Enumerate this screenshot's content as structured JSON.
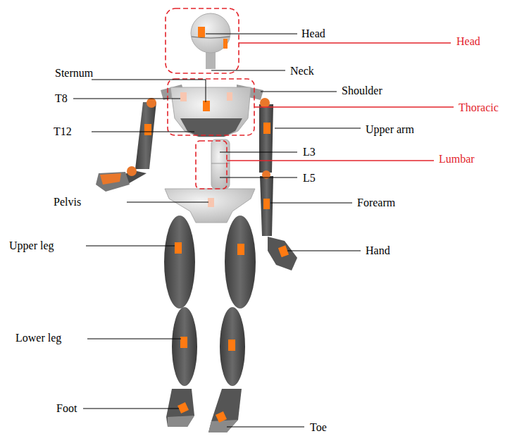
{
  "diagram": {
    "labels": [
      "Head",
      "Head",
      "Sternum",
      "Neck",
      "T8",
      "Shoulder",
      "Thoracic",
      "T12",
      "Upper arm",
      "L3",
      "Lumbar",
      "L5",
      "Pelvis",
      "Forearm",
      "Upper leg",
      "Hand",
      "Lower leg",
      "Foot",
      "Toe"
    ]
  }
}
